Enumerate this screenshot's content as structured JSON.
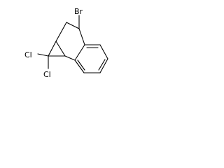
{
  "molecule": {
    "atoms": {
      "br": "Br",
      "cl_upper": "Cl",
      "cl_lower": "Cl"
    }
  },
  "colors": {
    "bond": "#000000",
    "label": "#000000",
    "background": "#ffffff"
  }
}
